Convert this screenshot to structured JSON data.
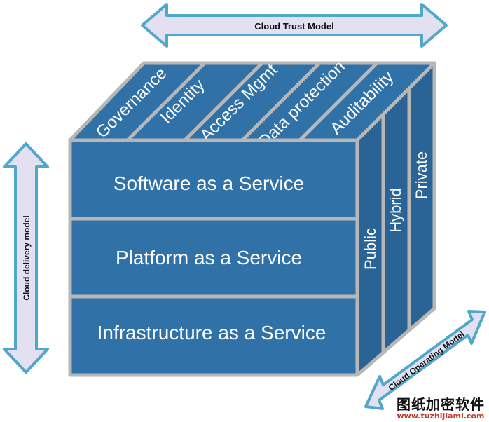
{
  "trust_model": {
    "label": "Cloud Trust Model",
    "items": [
      "Governance",
      "Identity",
      "Access Mgmt",
      "Data protection",
      "Auditability"
    ]
  },
  "delivery_model": {
    "label": "Cloud delivery model",
    "layers": [
      "Software as a Service",
      "Platform as a Service",
      "Infrastructure as a Service"
    ]
  },
  "operating_model": {
    "label": "Cloud Operating Model",
    "items": [
      "Public",
      "Hybrid",
      "Private"
    ]
  },
  "watermark": {
    "text": "图纸加密软件",
    "url": "www.tuzhijiami.com"
  },
  "colors": {
    "cube_face": "#3071a8",
    "cube_side": "#2a6496",
    "cube_edge": "#b7b7b7",
    "arrow_fill": "#e3e0f2",
    "arrow_stroke": "#4fa7c9"
  }
}
